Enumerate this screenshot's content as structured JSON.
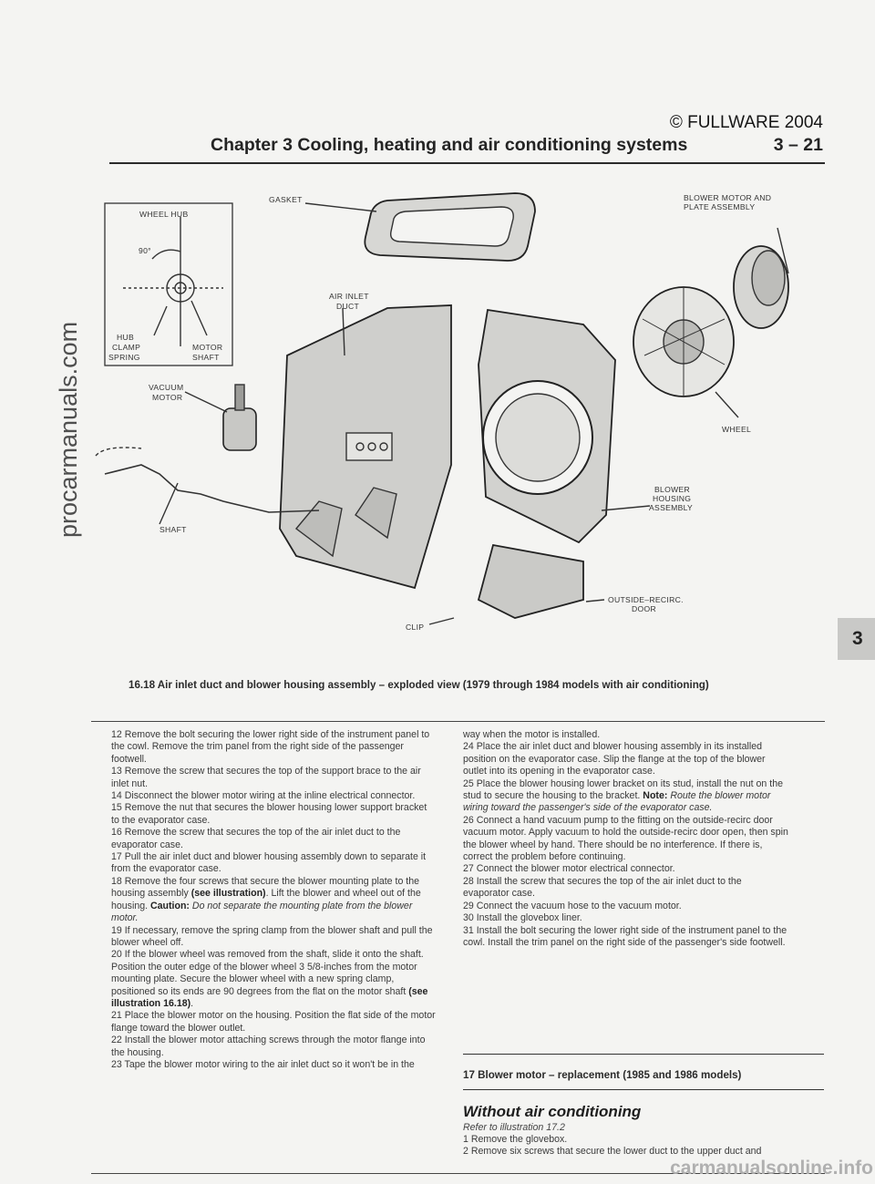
{
  "copyright": "© FULLWARE 2004",
  "header": {
    "chapter": "Chapter 3  Cooling, heating and air conditioning systems",
    "page": "3 – 21"
  },
  "figure": {
    "labels": {
      "wheel_hub": "WHEEL HUB",
      "ninety": "90°",
      "hub_clamp_spring": [
        "HUB",
        "CLAMP",
        "SPRING"
      ],
      "motor_shaft": [
        "MOTOR",
        "SHAFT"
      ],
      "gasket": "GASKET",
      "air_inlet_duct": [
        "AIR INLET",
        "DUCT"
      ],
      "blower_motor_plate": [
        "BLOWER MOTOR AND",
        "PLATE ASSEMBLY"
      ],
      "vacuum_motor": [
        "VACUUM",
        "MOTOR"
      ],
      "wheel": "WHEEL",
      "blower_housing": [
        "BLOWER",
        "HOUSING",
        "ASSEMBLY"
      ],
      "shaft": "SHAFT",
      "outside_recirc": [
        "OUTSIDE–RECIRC.",
        "DOOR"
      ],
      "clip": "CLIP"
    },
    "caption": "16.18  Air inlet duct and blower housing assembly – exploded view (1979 through 1984 models with air conditioning)"
  },
  "left_column": [
    "12  Remove the bolt securing the lower right side of the instrument panel to the cowl. Remove the trim panel from the right side of the passenger footwell.",
    "13  Remove the screw that secures the top of the support brace to the air inlet nut.",
    "14  Disconnect the blower motor wiring at the inline electrical connector.",
    "15  Remove the nut that secures the blower housing lower support bracket to the evaporator case.",
    "16  Remove the screw that secures the top of the air inlet duct to the evaporator case.",
    "17  Pull the air inlet duct and blower housing assembly down to separate it from the evaporator case.",
    "18  Remove the four screws that secure the blower mounting plate to the housing assembly ",
    "19  If necessary, remove the spring clamp from the blower shaft and pull the blower wheel off.",
    "20  If the blower wheel was removed from the shaft, slide it onto the shaft. Position the outer edge of the blower wheel 3 5/8-inches from the motor mounting plate. Secure the blower wheel with a new spring clamp, positioned so its ends are 90 degrees from the flat on the motor shaft ",
    "21  Place the blower motor on the housing. Position the flat side of the motor flange toward the blower outlet.",
    "22  Install the blower motor attaching screws through the motor flange into the housing.",
    "23  Tape the blower motor wiring to the air inlet duct so it won't be in the"
  ],
  "left_inline": {
    "see_ill": "(see illustration)",
    "p18_tail": ". Lift the blower and wheel out of the housing. ",
    "caution": "Caution:",
    "caution_text": " Do not separate the mounting plate from the blower motor.",
    "see_ill_1618": "(see illustration 16.18)",
    "period": "."
  },
  "right_column": [
    "way when the motor is installed.",
    "24  Place the air inlet duct and blower housing assembly in its installed position on the evaporator case. Slip the flange at the top of the blower outlet into its opening in the evaporator case.",
    "25  Place the blower housing lower bracket on its stud, install the nut on the stud to secure the housing to the bracket. ",
    "26  Connect a hand vacuum pump to the fitting on the outside-recirc door vacuum motor. Apply vacuum to hold the outside-recirc door open, then spin the blower wheel by hand. There should be no interference. If there is, correct the problem before continuing.",
    "27  Connect the blower motor electrical connector.",
    "28  Install the screw that secures the top of the air inlet duct to the evaporator case.",
    "29  Connect the vacuum hose to the vacuum motor.",
    "30  Install the glovebox liner.",
    "31  Install the bolt securing the lower right side of the instrument panel to the cowl. Install the trim panel on the right side of the passenger's side footwell."
  ],
  "right_inline": {
    "note": "Note:",
    "note_text": " Route the blower motor wiring toward the passenger's side of the evaporator case."
  },
  "section17": {
    "title": "17  Blower motor – replacement (1985 and 1986 models)",
    "subhead": "Without air conditioning",
    "ref": "Refer to illustration 17.2",
    "items": [
      "1  Remove the glovebox.",
      "2  Remove six screws that secure the lower duct to the upper duct and"
    ]
  },
  "watermarks": {
    "left": "procarmanuals.com",
    "bottom": "carmanualsonline.info"
  },
  "chapter_tab": "3"
}
